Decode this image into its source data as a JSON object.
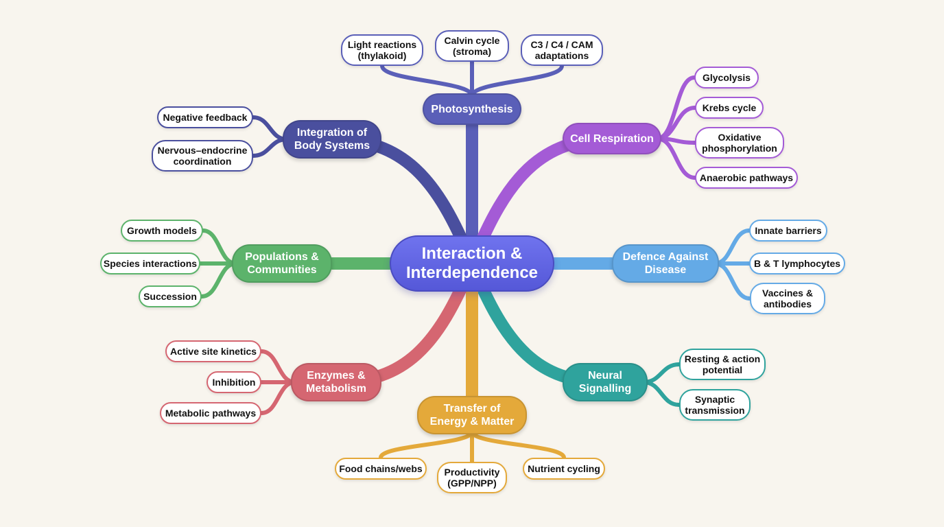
{
  "center": {
    "label": "Interaction &\nInterdependence"
  },
  "branches": [
    {
      "id": "photosynthesis",
      "label": "Photosynthesis",
      "color": "#5a5fb8",
      "children": [
        "Light reactions\n(thylakoid)",
        "Calvin cycle\n(stroma)",
        "C3 / C4 / CAM\nadaptations"
      ]
    },
    {
      "id": "cell-respiration",
      "label": "Cell Respiration",
      "color": "#a45bd6",
      "children": [
        "Glycolysis",
        "Krebs cycle",
        "Oxidative\nphosphorylation",
        "Anaerobic pathways"
      ]
    },
    {
      "id": "defence",
      "label": "Defence Against\nDisease",
      "color": "#64aae6",
      "children": [
        "Innate barriers",
        "B & T lymphocytes",
        "Vaccines &\nantibodies"
      ]
    },
    {
      "id": "neural",
      "label": "Neural\nSignalling",
      "color": "#2fa39d",
      "children": [
        "Resting & action\npotential",
        "Synaptic\ntransmission"
      ]
    },
    {
      "id": "energy",
      "label": "Transfer of\nEnergy & Matter",
      "color": "#e4a93a",
      "children": [
        "Food chains/webs",
        "Productivity\n(GPP/NPP)",
        "Nutrient cycling"
      ]
    },
    {
      "id": "enzymes",
      "label": "Enzymes &\nMetabolism",
      "color": "#d56671",
      "children": [
        "Active site kinetics",
        "Inhibition",
        "Metabolic pathways"
      ]
    },
    {
      "id": "populations",
      "label": "Populations &\nCommunities",
      "color": "#5cb36b",
      "children": [
        "Growth models",
        "Species interactions",
        "Succession"
      ]
    },
    {
      "id": "body-systems",
      "label": "Integration of\nBody Systems",
      "color": "#4a4f9e",
      "children": [
        "Negative feedback",
        "Nervous–endocrine\ncoordination"
      ]
    }
  ]
}
